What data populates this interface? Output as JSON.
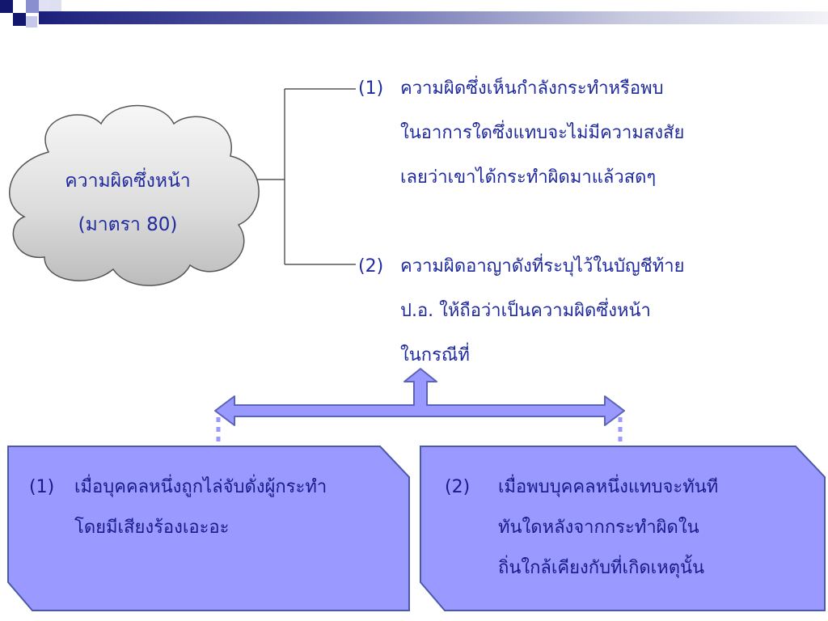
{
  "cloud": {
    "line1": "ความผิดซึ่งหน้า",
    "line2": "(มาตรา 80)"
  },
  "branches": [
    {
      "number": "(1)",
      "lines": [
        "ความผิดซึ่งเห็นกำลังกระทำหรือพบ",
        "ในอาการใดซึ่งแทบจะไม่มีความสงสัย",
        "เลยว่าเขาได้กระทำผิดมาแล้วสดๆ"
      ]
    },
    {
      "number": "(2)",
      "lines": [
        "ความผิดอาญาดังที่ระบุไว้ในบัญชีท้าย",
        "ป.อ. ให้ถือว่าเป็นความผิดซึ่งหน้า",
        "ในกรณีที่"
      ]
    }
  ],
  "boxes": [
    {
      "number": "(1)",
      "lines": [
        "เมื่อบุคคลหนึ่งถูกไล่จับดั่งผู้กระทำ",
        "โดยมีเสียงร้องเอะอะ"
      ]
    },
    {
      "number": "(2)",
      "lines": [
        "เมื่อพบบุคคลหนึ่งแทบจะทันที",
        "ทันใดหลังจากกระทำผิดใน",
        "ถิ่นใกล้เคียงกับที่เกิดเหตุนั้น"
      ]
    }
  ],
  "colors": {
    "text": "#1f2a9e",
    "box_fill": "#9999ff",
    "box_stroke": "#4a5aa8",
    "arrow_fill": "#9999ff",
    "arrow_stroke": "#5a63b8"
  }
}
